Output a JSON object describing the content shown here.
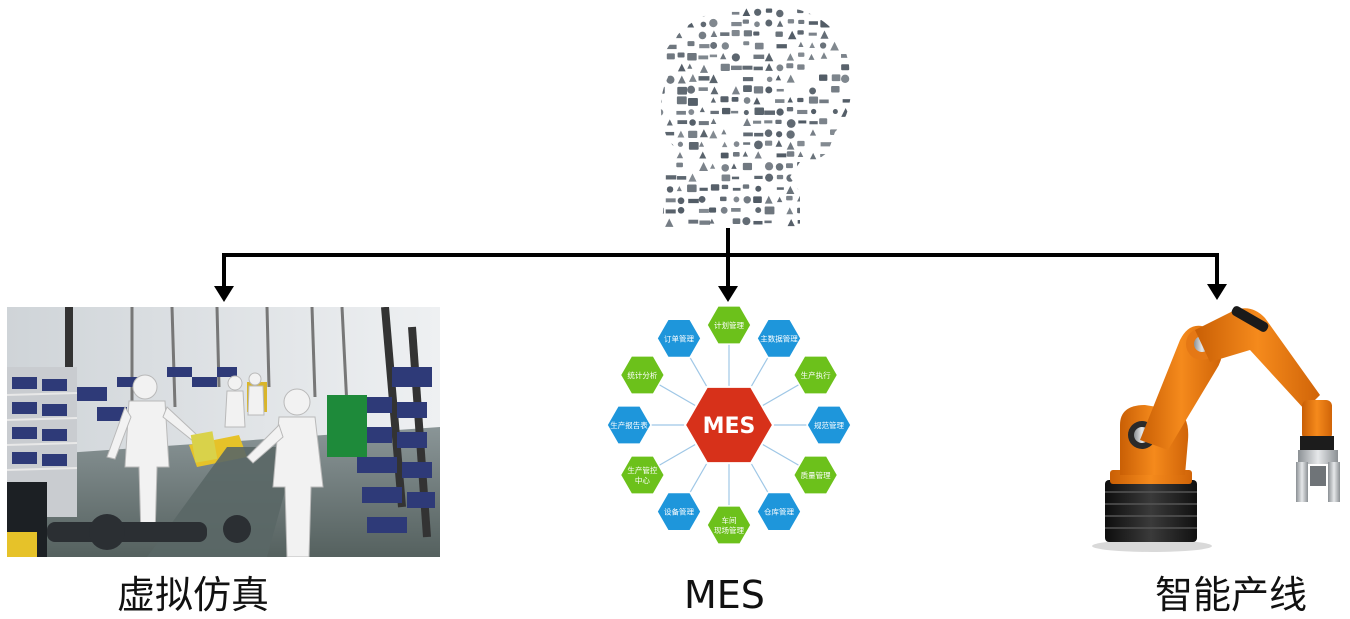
{
  "captions": {
    "virtual_simulation": "虚拟仿真",
    "mes": "MES",
    "smart_line": "智能产线"
  },
  "mes_diagram": {
    "core": "MES",
    "modules": [
      [
        "计划管理"
      ],
      [
        "主数据管理"
      ],
      [
        "生产执行"
      ],
      [
        "规范管理"
      ],
      [
        "质量管理"
      ],
      [
        "仓库管理"
      ],
      [
        "车间",
        "现场管理"
      ],
      [
        "设备管理"
      ],
      [
        "生产管控",
        "中心"
      ],
      [
        "生产报告表"
      ],
      [
        "统计分析"
      ],
      [
        "订单管理"
      ]
    ],
    "colors": {
      "core": "#d7311a",
      "green": "#6cc11b",
      "blue": "#1e96db",
      "spoke": "#9fc7e6"
    }
  },
  "colors": {
    "connector": "#000000",
    "robot_orange": "#f07d14",
    "brain_icons": "#505a64"
  }
}
